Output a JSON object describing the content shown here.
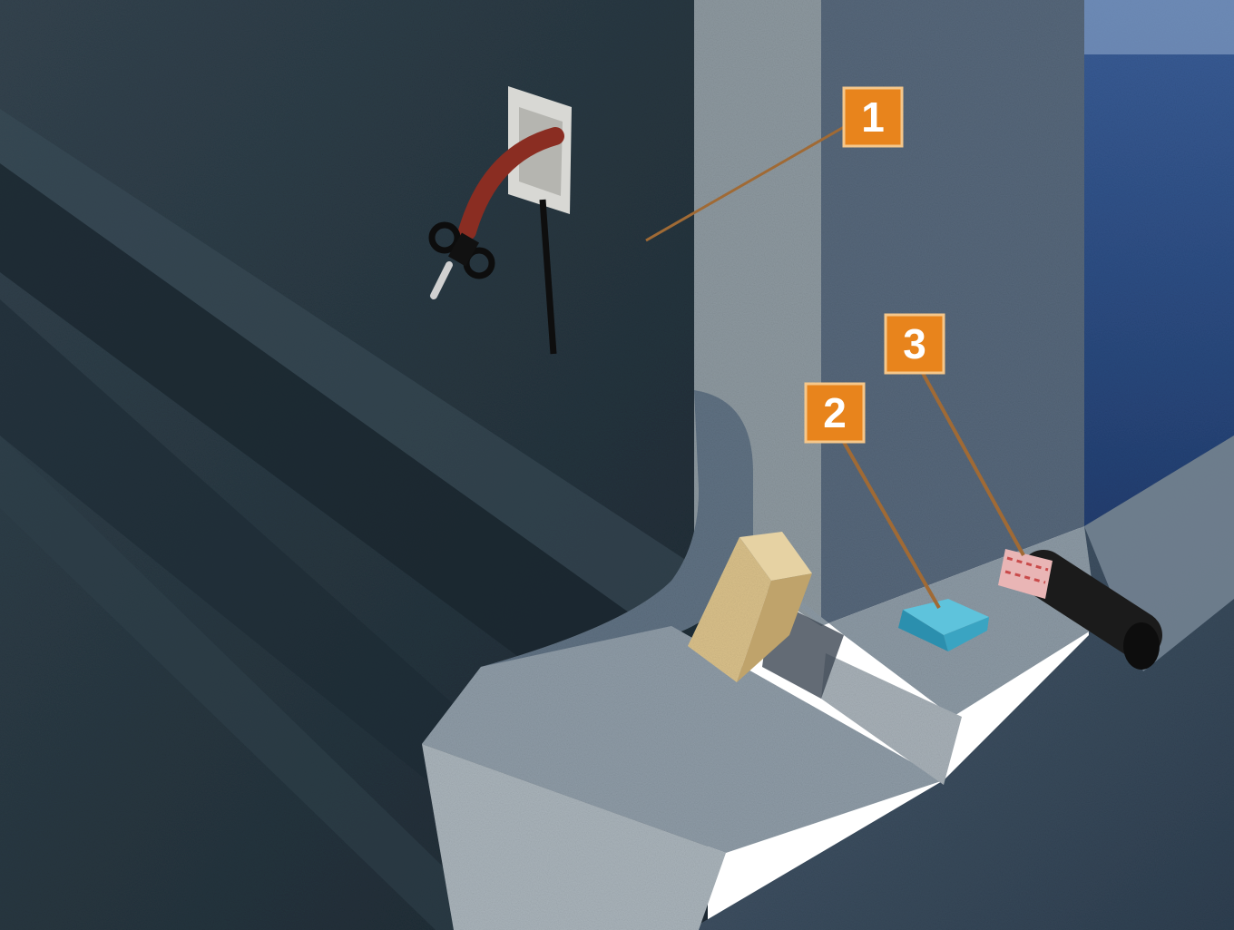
{
  "colors": {
    "background_wall_dark": "#1f2e36",
    "background_wall_mid": "#2c3c47",
    "concrete_light": "#8f9ba3",
    "concrete_mid": "#6c7c88",
    "concrete_blue": "#54667a",
    "concrete_pale": "#b3bcc2",
    "water_blue": "#2c4e86",
    "callout_orange": "#e8841c",
    "callout_text": "#ffffff",
    "leader_line": "#a06a35",
    "pipe_red": "#8a2d22",
    "cork_strip": "#d9c08a",
    "seal_blue": "#3fa3c0",
    "hose_black": "#1b1b1b",
    "tape_pink": "#e9b5b5"
  },
  "callouts": [
    {
      "label": "1",
      "target": "wall-surface"
    },
    {
      "label": "2",
      "target": "waterstop-block"
    },
    {
      "label": "3",
      "target": "injection-hose"
    }
  ],
  "icons": {
    "socket": "wall-socket-icon",
    "valve": "valve-handle-icon"
  }
}
